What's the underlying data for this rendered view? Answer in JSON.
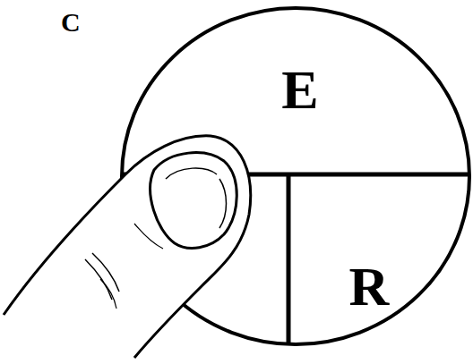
{
  "diagram": {
    "nodes": [
      {
        "text": [
          "E"
        ]
      },
      {
        "text": [
          "R"
        ]
      }
    ],
    "labels": [
      "C"
    ]
  }
}
